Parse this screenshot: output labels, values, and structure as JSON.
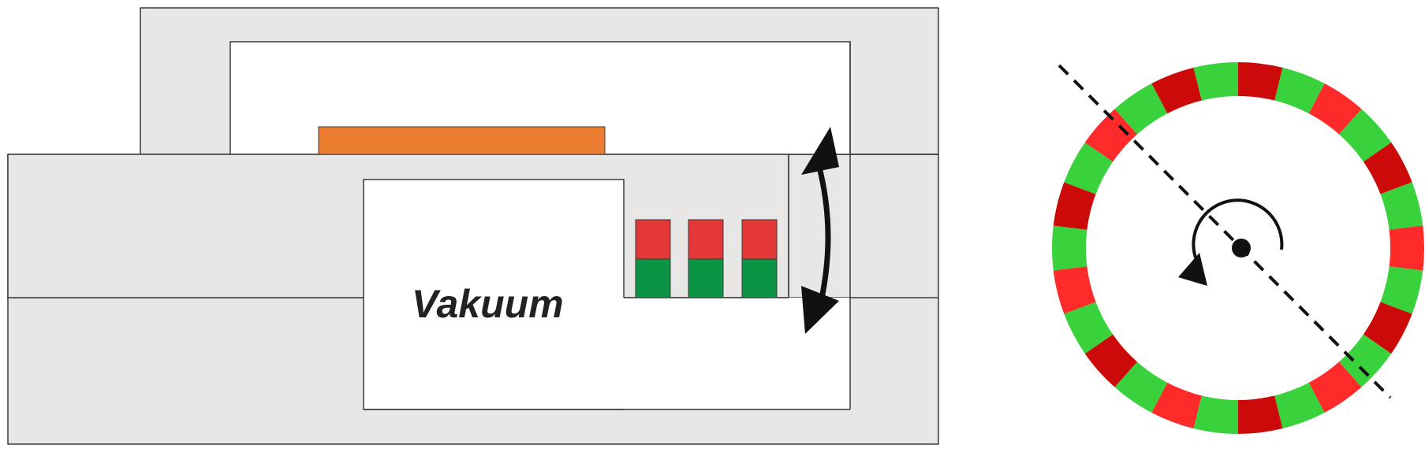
{
  "diagram": {
    "vacuum_label": "Vakuum",
    "colors": {
      "housing_fill": "#e8e7e6",
      "outline": "#3a3a3a",
      "cavity_fill": "#ffffff",
      "sample_plate": "#ed7d31",
      "magnet_north": "#e23838",
      "magnet_south": "#0a9444",
      "arrow": "#111111",
      "ring_red_light": "#ff2a2a",
      "ring_red_dark": "#cc0a0a",
      "ring_green": "#39d13c"
    },
    "magnet_stack_count": 3,
    "ring_segment_count": 26,
    "icons": [
      "curved-double-arrow-icon",
      "rotation-arrow-icon",
      "rotation-axis-line",
      "center-dot-icon"
    ]
  }
}
